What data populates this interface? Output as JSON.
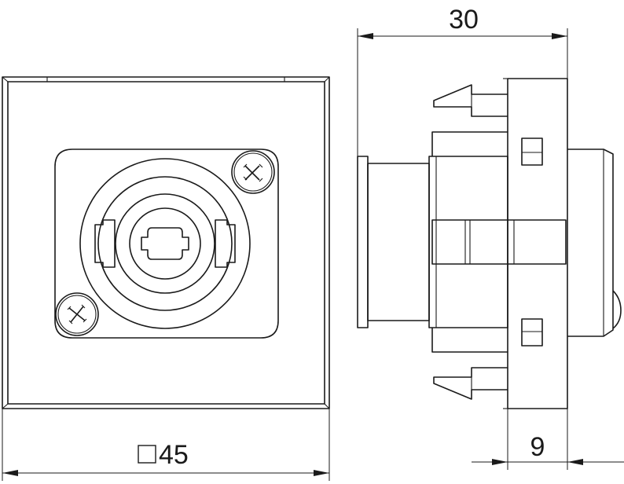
{
  "dimensions": {
    "depth_total": "30",
    "plate_depth": "9",
    "square_symbol": "□",
    "square_size": "45"
  }
}
